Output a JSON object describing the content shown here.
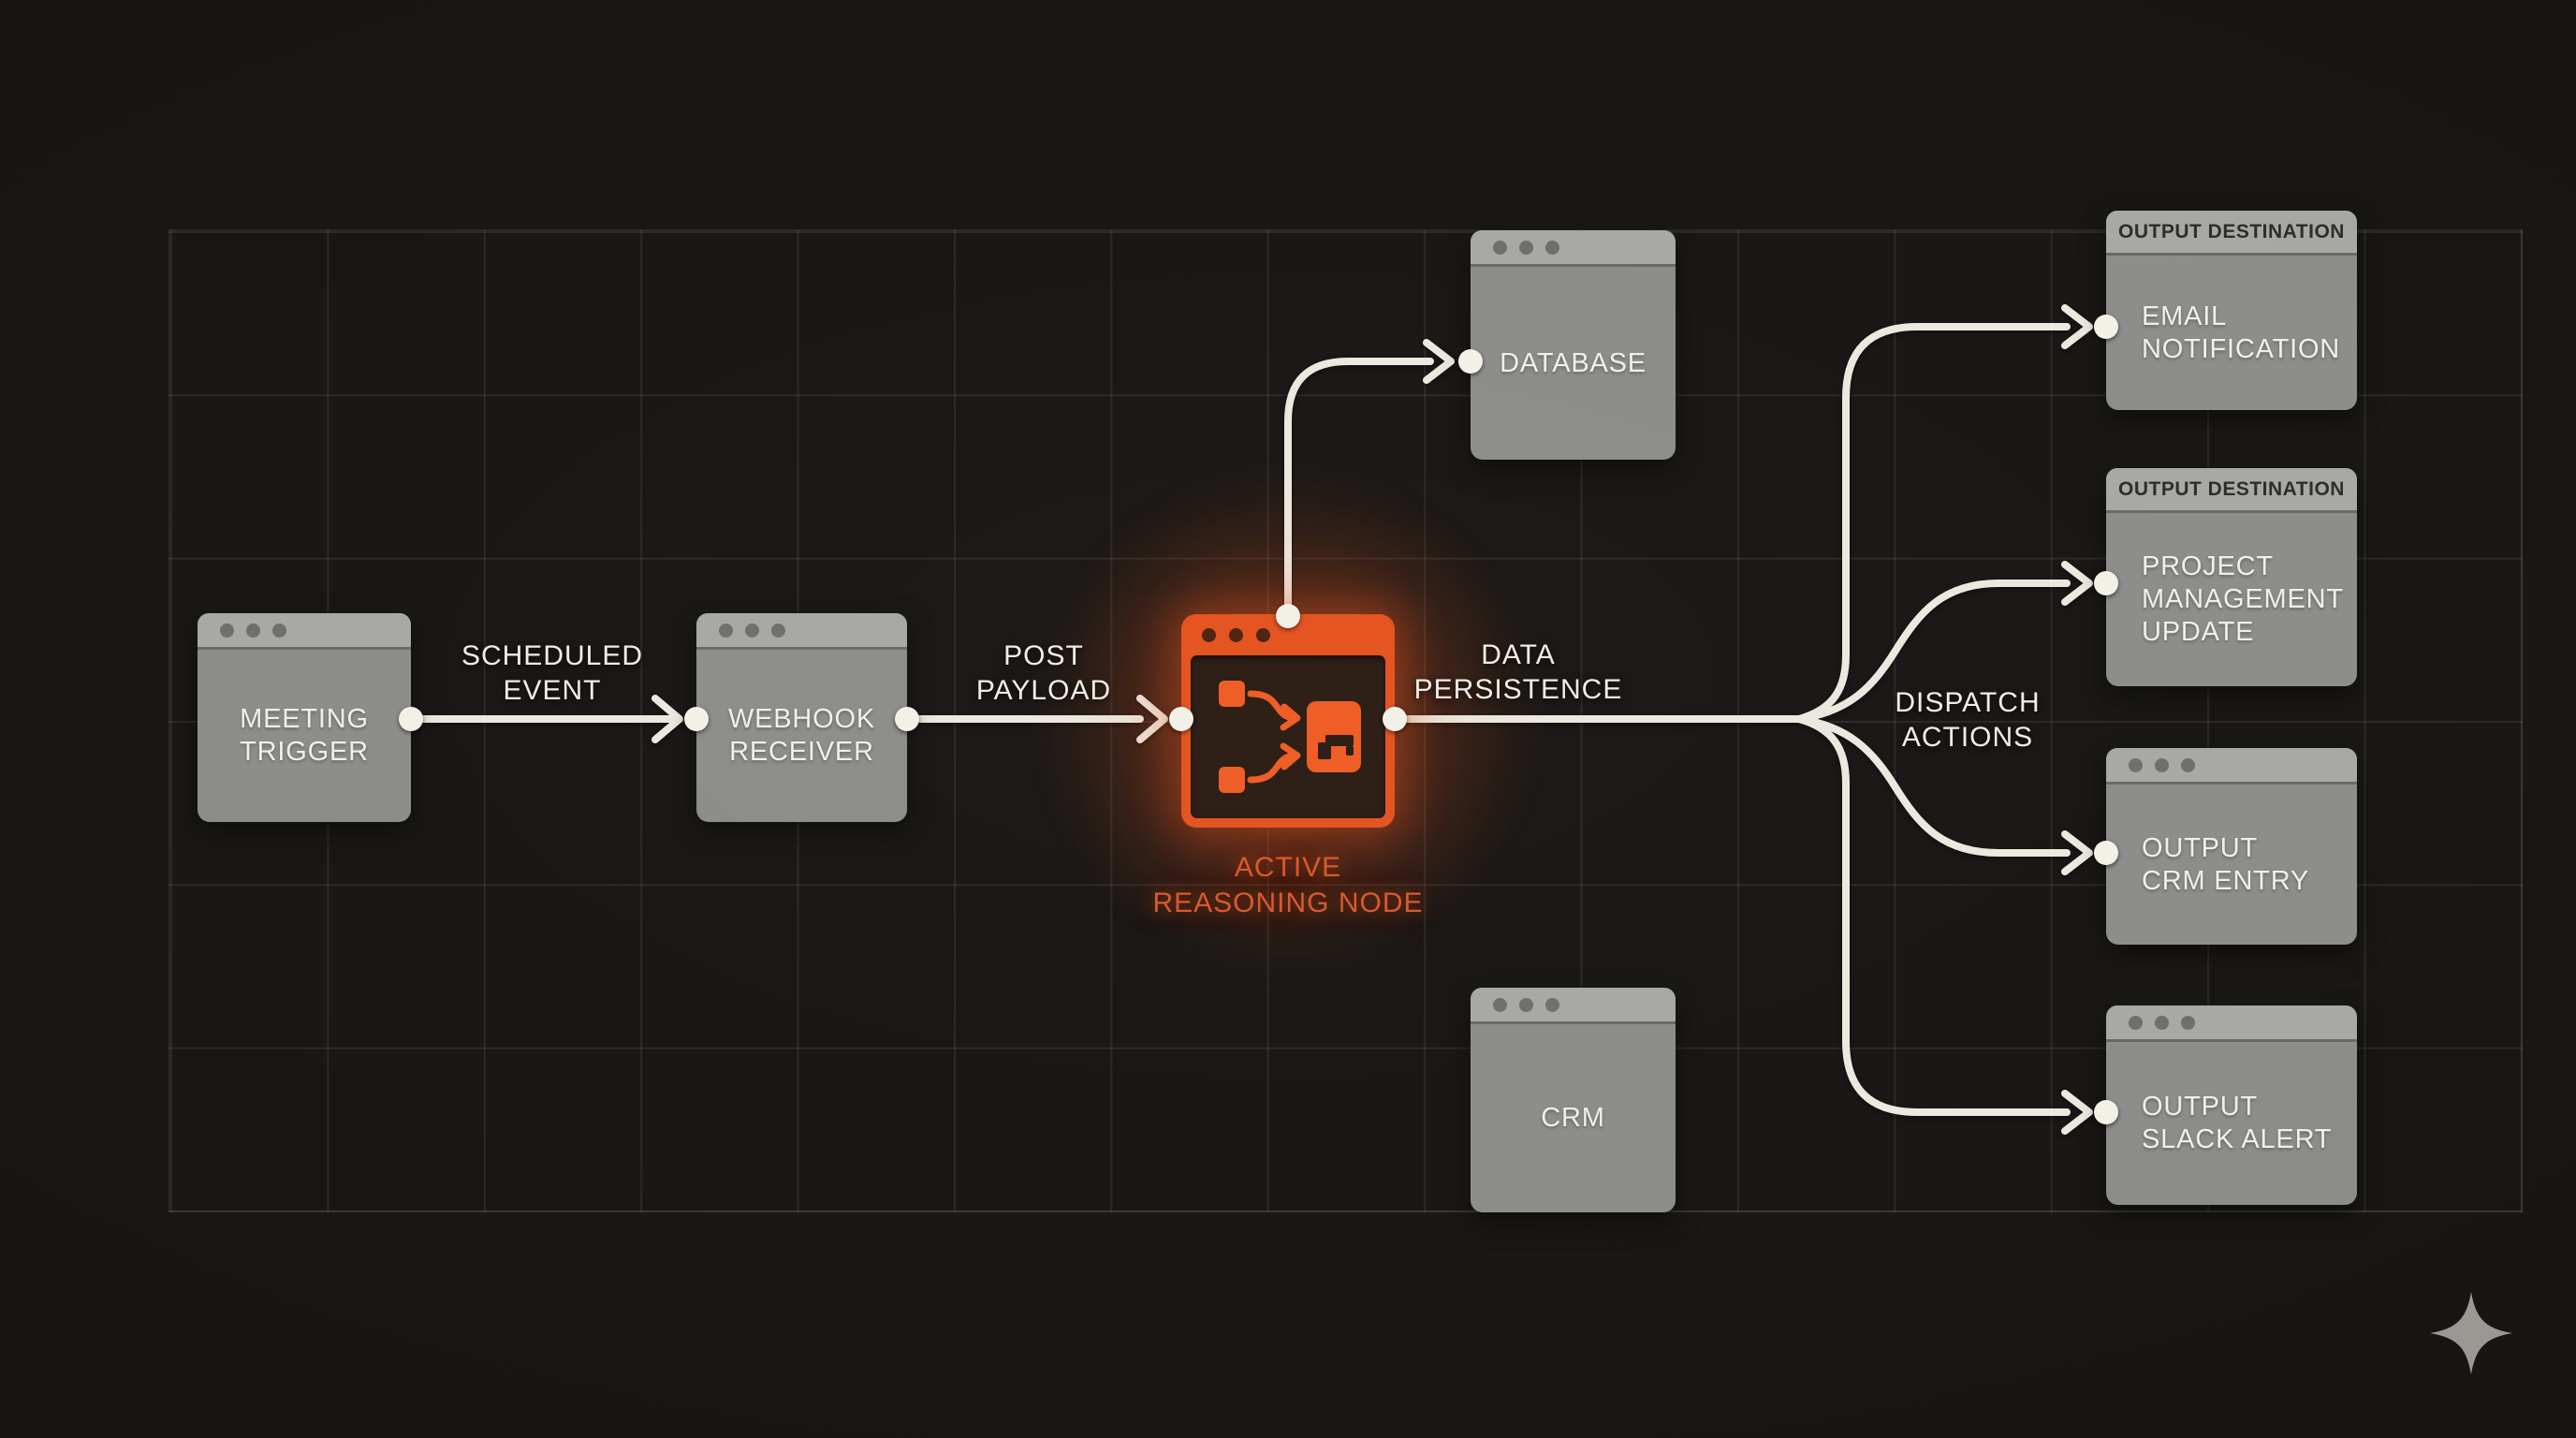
{
  "colors": {
    "background": "#181614",
    "grid_line": "#2e2a26",
    "node_body_gray": "#8c8c8a",
    "node_header_gray": "#a7a7a5",
    "node_text": "#f2efe8",
    "header_text": "#2d2c2a",
    "edge_line": "#ece8df",
    "accent_orange": "#e5521e",
    "caption_orange": "#d9572b",
    "sparkle_gray": "#9a9892"
  },
  "nodes": {
    "meeting_trigger": {
      "label": "MEETING\nTRIGGER"
    },
    "webhook_receiver": {
      "label": "WEBHOOK\nRECEIVER"
    },
    "reasoning": {
      "caption": "ACTIVE\nREASONING NODE"
    },
    "database": {
      "label": "DATABASE"
    },
    "crm": {
      "label": "CRM"
    },
    "email_notification": {
      "header": "OUTPUT DESTINATION",
      "label": "EMAIL\nNOTIFICATION"
    },
    "project_management": {
      "header": "OUTPUT DESTINATION",
      "label": "PROJECT\nMANAGEMENT\nUPDATE"
    },
    "crm_entry": {
      "label": "OUTPUT\nCRM ENTRY"
    },
    "slack_alert": {
      "label": "OUTPUT\nSLACK ALERT"
    }
  },
  "edge_labels": {
    "scheduled_event": "SCHEDULED\nEVENT",
    "post_payload": "POST\nPAYLOAD",
    "data_persistence": "DATA\nPERSISTENCE",
    "dispatch_actions": "DISPATCH\nACTIONS"
  }
}
